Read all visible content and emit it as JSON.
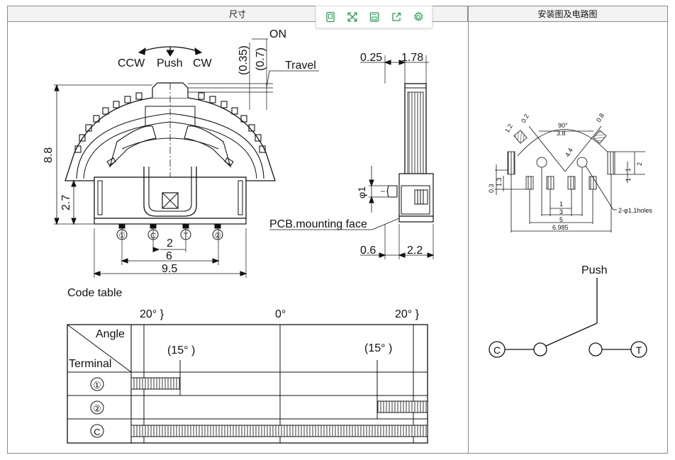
{
  "headers": {
    "dimensions": "尺寸",
    "install": "安装图及电路图"
  },
  "toolbar": {
    "buttons": [
      {
        "icon": "mobile-view-icon"
      },
      {
        "icon": "fullscreen-icon"
      },
      {
        "icon": "save-icon"
      },
      {
        "icon": "share-icon"
      },
      {
        "icon": "settings-icon"
      }
    ],
    "accent_color": "#2e9b57"
  },
  "front_view": {
    "ccw": "CCW",
    "push": "Push",
    "cw": "CW",
    "on": "ON",
    "travel": "Travel",
    "dim_035": "(0.35)",
    "dim_07": "(0.7)",
    "dim_88": "8.8",
    "dim_27": "2.7",
    "dim_2": "2",
    "dim_6": "6",
    "dim_95": "9.5",
    "terminals": [
      "①",
      "C",
      "T",
      "②"
    ]
  },
  "side_view": {
    "dim_025": "0.25",
    "dim_178": "1.78",
    "dim_phi1": "φ1",
    "pcb_face": "PCB.mounting face",
    "dim_06": "0.6",
    "dim_22": "2.2"
  },
  "code_table": {
    "title": "Code table",
    "angle_left": "20°  }",
    "angle_zero": "0°",
    "angle_right": "20°  }",
    "angle_label": "Angle",
    "terminal_label": "Terminal",
    "mid_left": "(15° )",
    "mid_right": "(15° )",
    "rows": [
      "①",
      "②",
      "C"
    ]
  },
  "install_view": {
    "d12": "1.2",
    "d02": "0.2",
    "a90": "90°",
    "d38": "3.8",
    "d08": "0.8",
    "d44": "4.4",
    "d1a": "1",
    "d1b": "1",
    "d2": "2",
    "d03": "0.3",
    "d13": "1.3",
    "d1": "1",
    "d3": "3",
    "d5": "5",
    "d6985": "6.985",
    "holes": "2-φ1.1holes"
  },
  "circuit": {
    "push": "Push",
    "c": "C",
    "t": "T"
  }
}
